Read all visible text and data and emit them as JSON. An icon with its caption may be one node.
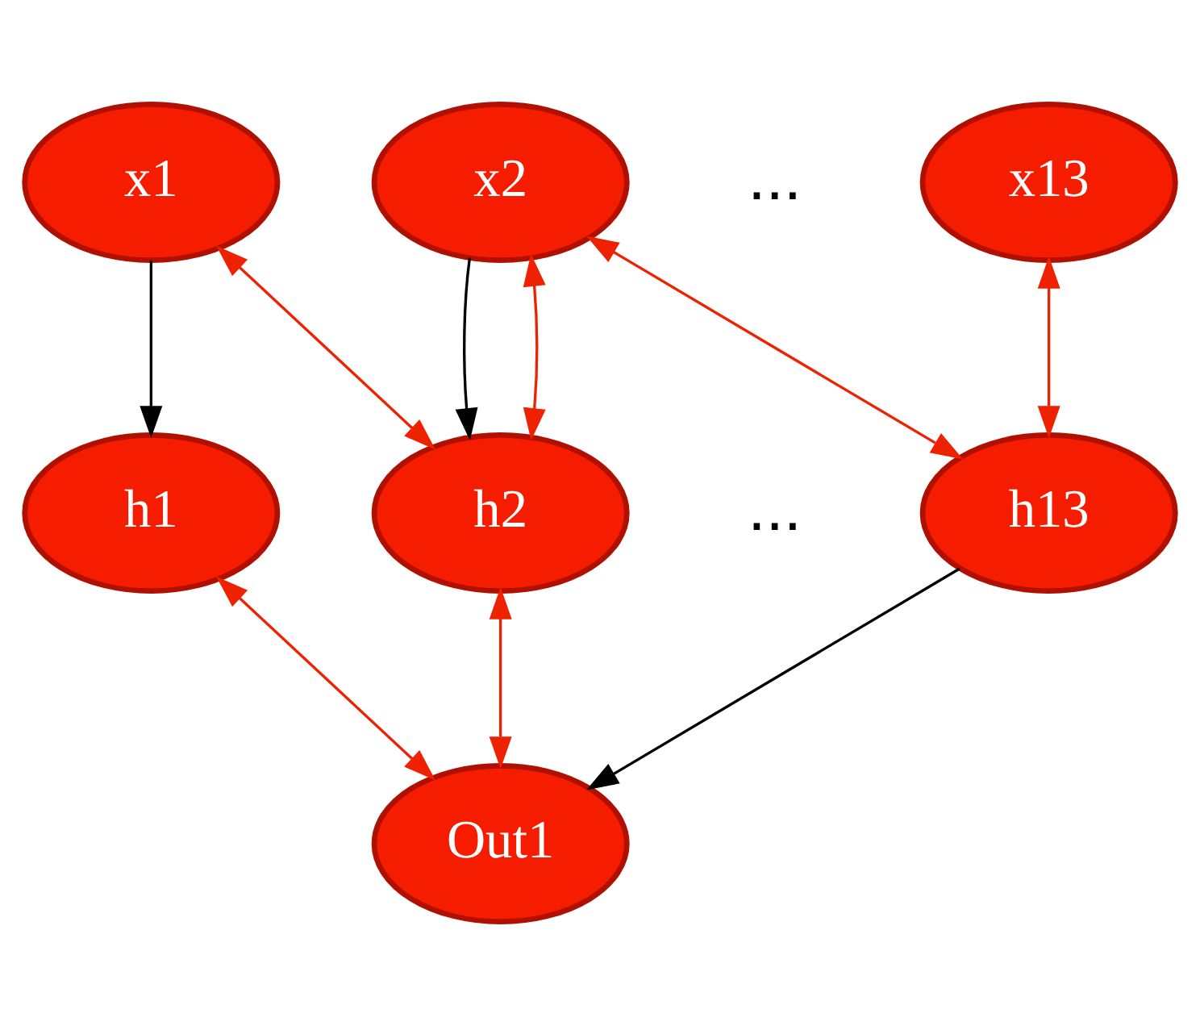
{
  "diagram": {
    "nodes": [
      {
        "text": [
          "x1"
        ]
      },
      {
        "text": [
          "x2"
        ]
      },
      {
        "text": [
          "x13"
        ]
      },
      {
        "text": [
          "h1"
        ]
      },
      {
        "text": [
          "h2"
        ]
      },
      {
        "text": [
          "h13"
        ]
      },
      {
        "text": [
          "Out1"
        ]
      }
    ],
    "edges": [
      {
        "from": 0,
        "to": 3,
        "arrow": "to",
        "color": "#000000"
      },
      {
        "from": 4,
        "to": 0,
        "arrow": "both"
      },
      {
        "from": 1,
        "to": 4,
        "arrow": "to",
        "color": "#000000"
      },
      {
        "from": 4,
        "to": 1,
        "arrow": "both"
      },
      {
        "from": 1,
        "to": 5,
        "arrow": "both"
      },
      {
        "from": 5,
        "to": 2,
        "arrow": "both"
      },
      {
        "from": 6,
        "to": 3,
        "arrow": "both"
      },
      {
        "from": 6,
        "to": 4,
        "arrow": "both"
      },
      {
        "from": 5,
        "to": 6,
        "arrow": "to",
        "color": "#000000"
      }
    ],
    "labels": [
      "...",
      "..."
    ]
  }
}
